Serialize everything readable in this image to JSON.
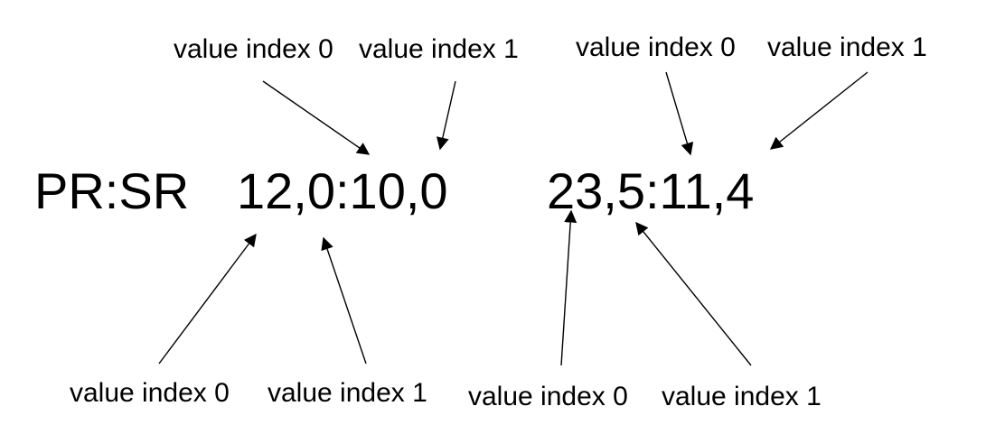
{
  "main": {
    "header_label": "PR:SR",
    "value_pairs": [
      "12,0:10,0",
      "23,5:11,4"
    ]
  },
  "annotations": {
    "top_left": [
      "value index 0",
      "value index 1"
    ],
    "top_right": [
      "value index 0",
      "value index 1"
    ],
    "bottom_left": [
      "value index 0",
      "value index 1"
    ],
    "bottom_right": [
      "value index 0",
      "value index 1"
    ]
  },
  "colors": {
    "text": "#000000",
    "arrow": "#000000",
    "background": "#ffffff"
  }
}
